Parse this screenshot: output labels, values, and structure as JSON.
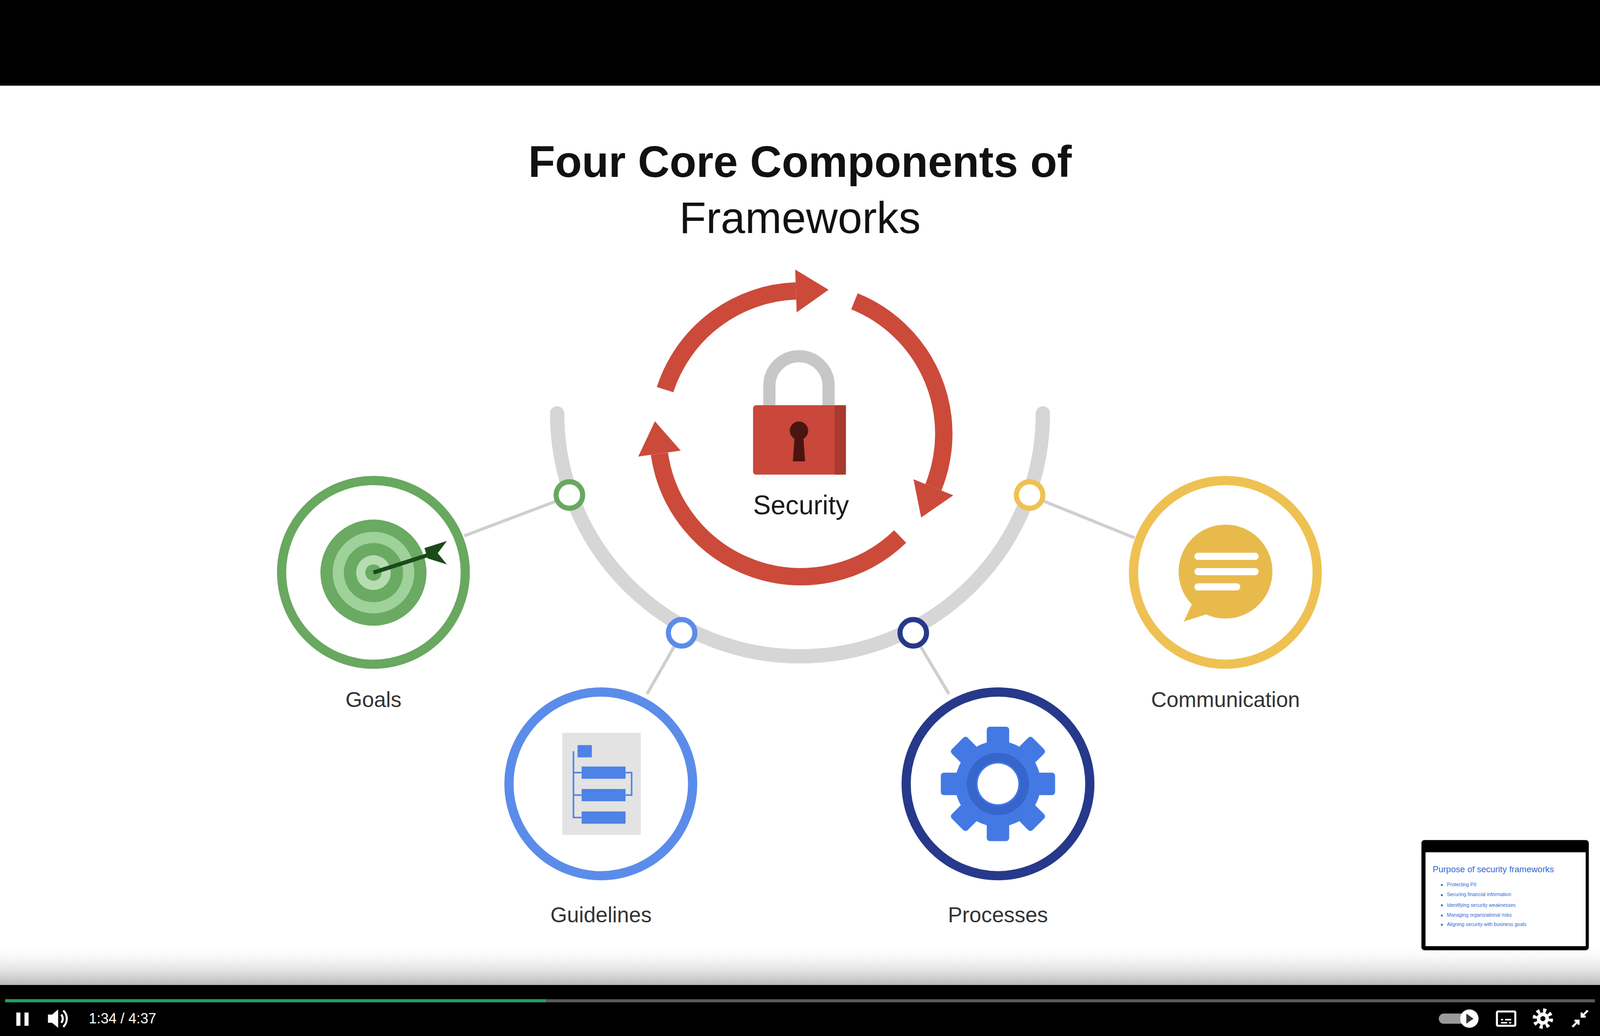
{
  "diagram": {
    "title": "Four Core Components of Frameworks",
    "nodes": [
      {
        "text": [
          "Security"
        ]
      },
      {
        "text": [
          "Goals"
        ]
      },
      {
        "text": [
          "Guidelines"
        ]
      },
      {
        "text": [
          "Processes"
        ]
      },
      {
        "text": [
          "Communication"
        ]
      }
    ],
    "labels": [
      "Purpose of security frameworks",
      "Protecting PII",
      "Securing financial information",
      "Identifying security weaknesses",
      "Managing organizational risks",
      "Aligning security with business goals",
      "1:34 / 4:37"
    ]
  }
}
